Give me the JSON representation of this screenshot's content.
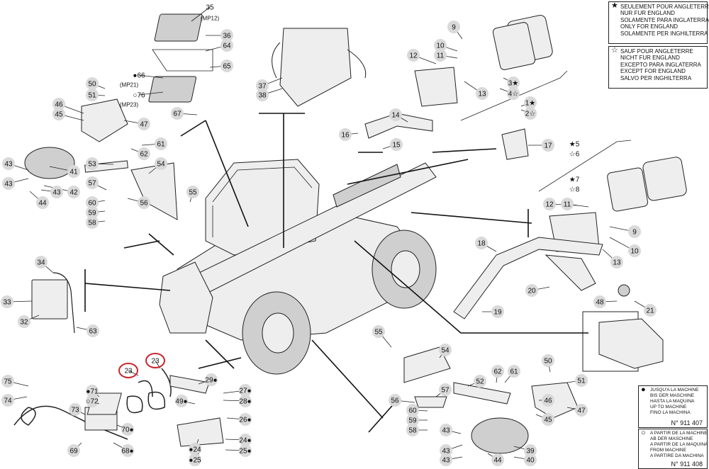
{
  "legends": {
    "england_only": {
      "symbol": "★",
      "lines": [
        "SEULEMENT POUR ANGLETERRE",
        "NUR FUR ENGLAND",
        "SOLAMENTE PARA INGLATERRA",
        "ONLY FOR ENGLAND",
        "SOLAMENTE PER INGHILTERRA"
      ]
    },
    "except_england": {
      "symbol": "☆",
      "lines": [
        "SAUF POUR ANGLETERRE",
        "NICHT FUR ENGLAND",
        "EXCEPTO PARA INGLATERRA",
        "EXCEPT FOR ENGLAND",
        "SALVO PER INGHILTERRA"
      ]
    },
    "up_to_machine": {
      "symbol": "●",
      "lines": [
        "JUSQU'A LA MACHINE",
        "BIS DER MASCHINE",
        "HASTA LA MAQUINA",
        "UP TO MACHINE",
        "FINO LA MACHINA"
      ],
      "number": "N° 911 407"
    },
    "from_machine": {
      "symbol": "○",
      "lines": [
        "A PARTIR DE LA MACHINE",
        "AB DER MASCHINE",
        "A PARTIR DE LA MAQUINA",
        "FROM MACHINE",
        "A PARTIRE DA MACHINA"
      ],
      "number": "N° 911 408"
    }
  },
  "callouts": [
    {
      "id": "c35",
      "label": "35"
    },
    {
      "id": "cmp12",
      "label": "(MP12)"
    },
    {
      "id": "c36",
      "label": "36"
    },
    {
      "id": "c64",
      "label": "64"
    },
    {
      "id": "c65",
      "label": "65"
    },
    {
      "id": "c66",
      "label": "●66"
    },
    {
      "id": "cmp21",
      "label": "(MP21)"
    },
    {
      "id": "c76",
      "label": "○76"
    },
    {
      "id": "cmp23",
      "label": "(MP23)"
    },
    {
      "id": "c67",
      "label": "67"
    },
    {
      "id": "c37",
      "label": "37"
    },
    {
      "id": "c38",
      "label": "38"
    },
    {
      "id": "c50a",
      "label": "50"
    },
    {
      "id": "c51a",
      "label": "51"
    },
    {
      "id": "c46",
      "label": "46"
    },
    {
      "id": "c45a",
      "label": "45"
    },
    {
      "id": "c47a",
      "label": "47"
    },
    {
      "id": "c61a",
      "label": "61"
    },
    {
      "id": "c62a",
      "label": "62"
    },
    {
      "id": "c41",
      "label": "41"
    },
    {
      "id": "c42",
      "label": "42"
    },
    {
      "id": "c43a",
      "label": "43"
    },
    {
      "id": "c43b",
      "label": "43"
    },
    {
      "id": "c43c",
      "label": "43"
    },
    {
      "id": "c44",
      "label": "44"
    },
    {
      "id": "c53",
      "label": "53"
    },
    {
      "id": "c54a",
      "label": "54"
    },
    {
      "id": "c57a",
      "label": "57"
    },
    {
      "id": "c55a",
      "label": "55"
    },
    {
      "id": "c56a",
      "label": "56"
    },
    {
      "id": "c60a",
      "label": "60"
    },
    {
      "id": "c59a",
      "label": "59"
    },
    {
      "id": "c58a",
      "label": "58"
    },
    {
      "id": "c9a",
      "label": "9"
    },
    {
      "id": "c10a",
      "label": "10"
    },
    {
      "id": "c11a",
      "label": "11"
    },
    {
      "id": "c12a",
      "label": "12"
    },
    {
      "id": "c13a",
      "label": "13"
    },
    {
      "id": "c3",
      "label": "3★"
    },
    {
      "id": "c4",
      "label": "4☆"
    },
    {
      "id": "c1",
      "label": "1★"
    },
    {
      "id": "c2",
      "label": "2☆"
    },
    {
      "id": "c14",
      "label": "14"
    },
    {
      "id": "c16",
      "label": "16"
    },
    {
      "id": "c15",
      "label": "15"
    },
    {
      "id": "c17",
      "label": "17"
    },
    {
      "id": "c5",
      "label": "★5"
    },
    {
      "id": "c6",
      "label": "☆6"
    },
    {
      "id": "c7",
      "label": "★7"
    },
    {
      "id": "c8",
      "label": "☆8"
    },
    {
      "id": "c12b",
      "label": "12"
    },
    {
      "id": "c11b",
      "label": "11"
    },
    {
      "id": "c9b",
      "label": "9"
    },
    {
      "id": "c10b",
      "label": "10"
    },
    {
      "id": "c13b",
      "label": "13"
    },
    {
      "id": "c18",
      "label": "18"
    },
    {
      "id": "c20",
      "label": "20"
    },
    {
      "id": "c19",
      "label": "19"
    },
    {
      "id": "c48",
      "label": "48"
    },
    {
      "id": "c21",
      "label": "21"
    },
    {
      "id": "c34",
      "label": "34"
    },
    {
      "id": "c33",
      "label": "33"
    },
    {
      "id": "c32",
      "label": "32"
    },
    {
      "id": "c63",
      "label": "63"
    },
    {
      "id": "c23a",
      "label": "23"
    },
    {
      "id": "c23b",
      "label": "23"
    },
    {
      "id": "c75",
      "label": "75"
    },
    {
      "id": "c74",
      "label": "74"
    },
    {
      "id": "c71",
      "label": "●71"
    },
    {
      "id": "c72",
      "label": "○72"
    },
    {
      "id": "c73",
      "label": "73"
    },
    {
      "id": "c70",
      "label": "70●"
    },
    {
      "id": "c69",
      "label": "69"
    },
    {
      "id": "c68",
      "label": "68●"
    },
    {
      "id": "c29",
      "label": "29●"
    },
    {
      "id": "c27",
      "label": "27●"
    },
    {
      "id": "c28",
      "label": "28●"
    },
    {
      "id": "c49",
      "label": "49●"
    },
    {
      "id": "c26",
      "label": "26●"
    },
    {
      "id": "c24a",
      "label": "●24"
    },
    {
      "id": "c25a",
      "label": "●25"
    },
    {
      "id": "c24b",
      "label": "24●"
    },
    {
      "id": "c25b",
      "label": "25●"
    },
    {
      "id": "c55b",
      "label": "55"
    },
    {
      "id": "c54b",
      "label": "54"
    },
    {
      "id": "c62b",
      "label": "62"
    },
    {
      "id": "c61b",
      "label": "61"
    },
    {
      "id": "c52",
      "label": "52"
    },
    {
      "id": "c57b",
      "label": "57"
    },
    {
      "id": "c56b",
      "label": "56"
    },
    {
      "id": "c60b",
      "label": "60"
    },
    {
      "id": "c59b",
      "label": "59"
    },
    {
      "id": "c58b",
      "label": "58"
    },
    {
      "id": "c43d",
      "label": "43"
    },
    {
      "id": "c43e",
      "label": "43"
    },
    {
      "id": "c43f",
      "label": "43"
    },
    {
      "id": "c44b",
      "label": "44"
    },
    {
      "id": "c39",
      "label": "39"
    },
    {
      "id": "c40",
      "label": "40"
    },
    {
      "id": "c50b",
      "label": "50"
    },
    {
      "id": "c51b",
      "label": "51"
    },
    {
      "id": "c46b",
      "label": "46"
    },
    {
      "id": "c45b",
      "label": "45"
    },
    {
      "id": "c47b",
      "label": "47"
    }
  ],
  "colors": {
    "highlight": "#c8262c",
    "bubble": "#d9d9d9",
    "ink": "#111111"
  }
}
